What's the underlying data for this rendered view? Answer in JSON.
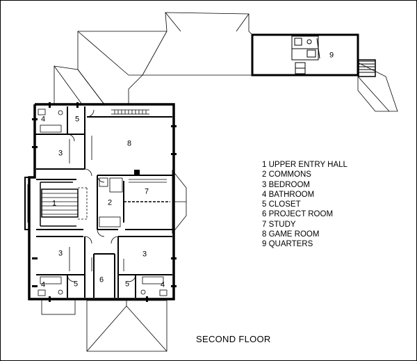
{
  "title": "SECOND FLOOR",
  "legend": [
    "1 UPPER ENTRY HALL",
    "2 COMMONS",
    "3 BEDROOM",
    "4 BATHROOM",
    "5 CLOSET",
    "6 PROJECT ROOM",
    "7 STUDY",
    "8 GAME ROOM",
    "9 QUARTERS"
  ],
  "room_numbers": {
    "hall": "1",
    "commons": "2",
    "bed_nw": "3",
    "bed_sw": "3",
    "bed_se": "3",
    "bath_nw": "4",
    "bath_sw": "4",
    "bath_se": "4",
    "closet_nw": "5",
    "closet_sw": "5",
    "closet_se": "5",
    "project": "6",
    "study": "7",
    "game": "8",
    "quarters": "9"
  }
}
